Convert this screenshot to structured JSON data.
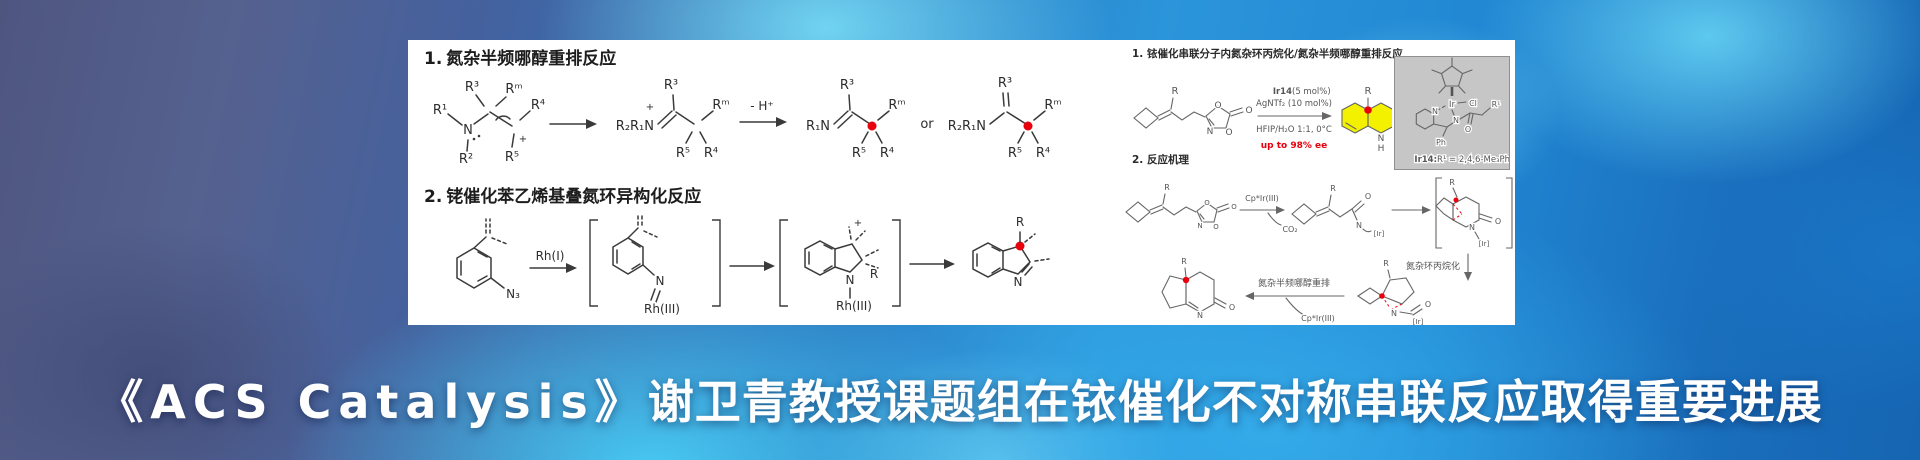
{
  "headline": {
    "latin": "《ACS Catalysis》",
    "cjk": "谢卫青教授课题组在铱催化不对称串联反应取得重要进展"
  },
  "sections": {
    "left1": {
      "num": "1.",
      "title": "氮杂半频哪醇重排反应"
    },
    "left2": {
      "num": "2.",
      "title": "铑催化苯乙烯基叠氮环异构化反应"
    },
    "right1": {
      "num": "1.",
      "title": "铱催化串联分子内氮杂环丙烷化/氮杂半频哪醇重排反应"
    },
    "right2": {
      "num": "2.",
      "title": "反应机理"
    }
  },
  "conditions": {
    "cat_bold": "Ir14",
    "cat_rest": " (5 mol%)",
    "line2": "AgNTf₂ (10 mol%)",
    "line3": "HFIP/H₂O 1:1, 0°C",
    "ee": "up to 98% ee"
  },
  "catalyst": {
    "caption_bold": "Ir14:",
    "caption_rest": " R¹ = 2,4,6-Me₃Ph"
  },
  "mechanism": {
    "cpir": "Cp*Ir(III)",
    "co2": "CO₂",
    "aziridination": "氮杂环丙烷化",
    "rearrangement": "氮杂半频哪醇重排"
  },
  "labels": {
    "r1sup": "R¹",
    "r2sup": "R²",
    "r3sup": "R³",
    "r4sup": "R⁴",
    "r5sup": "R⁵",
    "rmsup": "Rᵐ",
    "r1n": "R₁N",
    "r2r1n": "R₂R₁N",
    "plus": "+",
    "minus_h": "- H⁺",
    "or": "or",
    "rh1": "Rh(I)",
    "rh3": "Rh(III)",
    "n3": "N₃",
    "n": "N",
    "h": "H",
    "o": "O",
    "r": "R",
    "ir": "Ir",
    "cl": "Cl",
    "ph": "Ph",
    "ir_br": "[Ir]"
  },
  "colors": {
    "accent_red": "#e8000d",
    "highlight_yellow": "#f3f000",
    "panel_bg": "#ffffff",
    "catalyst_box_bg": "#c6c6c6",
    "headline_color": "#ffffff"
  }
}
